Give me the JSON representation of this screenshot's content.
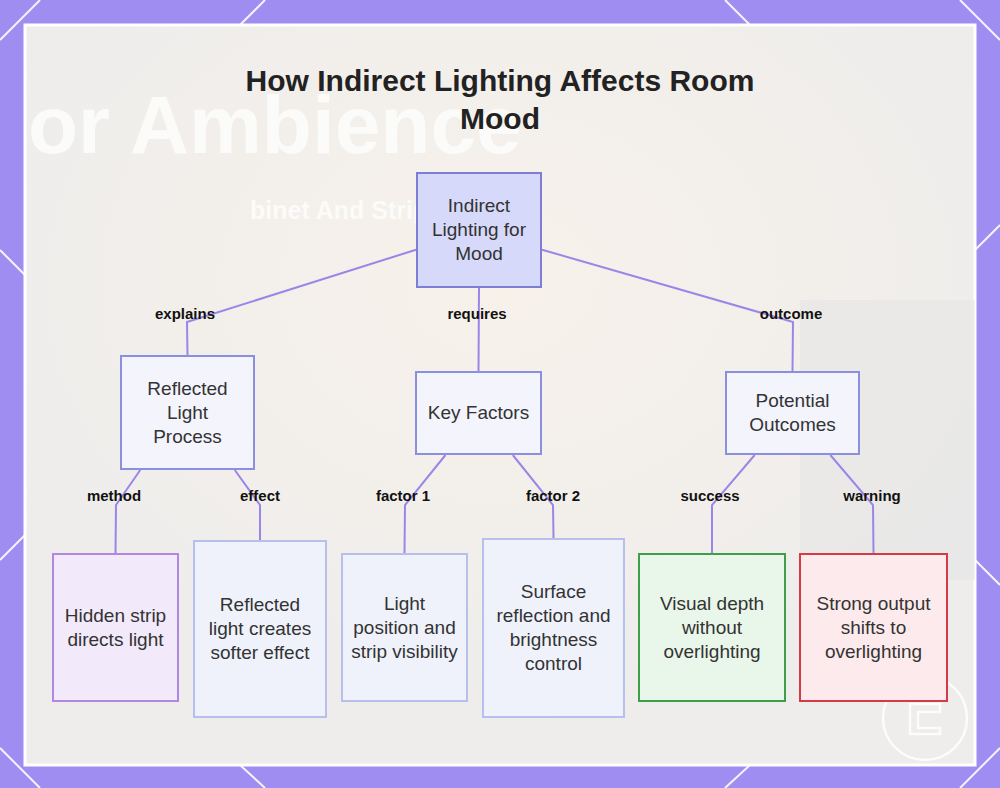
{
  "diagram": {
    "title": "How Indirect Lighting Affects Room Mood",
    "nodes": [
      {
        "text": [
          "Indirect Lighting for Mood"
        ]
      },
      {
        "text": [
          "Reflected Light Process"
        ]
      },
      {
        "text": [
          "Key Factors"
        ]
      },
      {
        "text": [
          "Potential Outcomes"
        ]
      },
      {
        "text": [
          "Hidden strip directs light"
        ]
      },
      {
        "text": [
          "Reflected light creates softer effect"
        ]
      },
      {
        "text": [
          "Light position and strip visibility"
        ]
      },
      {
        "text": [
          "Surface reflection and brightness control"
        ]
      },
      {
        "text": [
          "Visual depth without overlighting"
        ]
      },
      {
        "text": [
          "Strong output shifts to overlighting"
        ]
      }
    ],
    "edges": [
      {
        "from": 0,
        "to": 1,
        "label": "explains",
        "arrow": "none"
      },
      {
        "from": 0,
        "to": 2,
        "label": "requires",
        "arrow": "none"
      },
      {
        "from": 0,
        "to": 3,
        "label": "outcome",
        "arrow": "none"
      },
      {
        "from": 1,
        "to": 4,
        "label": "method",
        "arrow": "none"
      },
      {
        "from": 1,
        "to": 5,
        "label": "effect",
        "arrow": "none"
      },
      {
        "from": 2,
        "to": 6,
        "label": "factor 1",
        "arrow": "none"
      },
      {
        "from": 2,
        "to": 7,
        "label": "factor 2",
        "arrow": "none"
      },
      {
        "from": 3,
        "to": 8,
        "label": "success",
        "arrow": "none"
      },
      {
        "from": 3,
        "to": 9,
        "label": "warning",
        "arrow": "none"
      }
    ],
    "labels": [
      "or Ambience",
      "binet And Strip L"
    ]
  }
}
